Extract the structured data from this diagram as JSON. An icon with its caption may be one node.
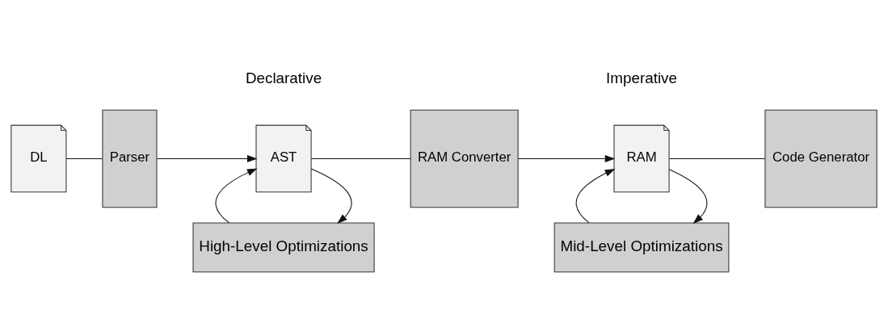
{
  "diagram": {
    "nodes": [
      {
        "text": [
          "DL"
        ]
      },
      {
        "text": [
          "Parser"
        ]
      },
      {
        "text": [
          "AST"
        ]
      },
      {
        "text": [
          "High-Level Optimizations"
        ]
      },
      {
        "text": [
          "RAM Converter"
        ]
      },
      {
        "text": [
          "RAM"
        ]
      },
      {
        "text": [
          "Mid-Level Optimizations"
        ]
      },
      {
        "text": [
          "Code Generator"
        ]
      }
    ],
    "edges": [
      {
        "from": 0,
        "to": 1,
        "arrow": "none"
      },
      {
        "from": 1,
        "to": 2,
        "arrow": "to"
      },
      {
        "from": 2,
        "to": 4,
        "arrow": "none"
      },
      {
        "from": 4,
        "to": 5,
        "arrow": "to"
      },
      {
        "from": 5,
        "to": 7,
        "arrow": "none"
      },
      {
        "from": 2,
        "to": 3,
        "arrow": "to"
      },
      {
        "from": 3,
        "to": 2,
        "arrow": "to"
      },
      {
        "from": 5,
        "to": 6,
        "arrow": "to"
      },
      {
        "from": 6,
        "to": 5,
        "arrow": "to"
      }
    ],
    "labels": [
      "Declarative",
      "Imperative"
    ]
  }
}
